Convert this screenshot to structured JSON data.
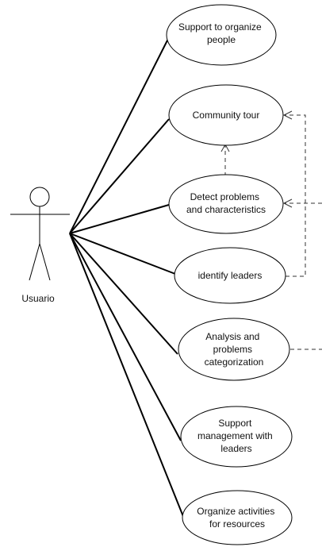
{
  "diagram": {
    "actor": {
      "label": "Usuario",
      "icon": "stick-figure-actor-icon"
    },
    "use_cases": [
      {
        "id": "uc-support-organize",
        "lines": [
          "Support to organize",
          "people"
        ]
      },
      {
        "id": "uc-community-tour",
        "lines": [
          "Community tour"
        ]
      },
      {
        "id": "uc-detect-problems",
        "lines": [
          "Detect problems",
          "and characteristics"
        ]
      },
      {
        "id": "uc-identify-leaders",
        "lines": [
          "identify leaders"
        ]
      },
      {
        "id": "uc-analysis",
        "lines": [
          "Analysis and",
          "problems",
          "categorization"
        ]
      },
      {
        "id": "uc-support-management",
        "lines": [
          "Support",
          "management with",
          "leaders"
        ]
      },
      {
        "id": "uc-organize-activities",
        "lines": [
          "Organize activities",
          "for resources"
        ]
      }
    ],
    "colors": {
      "stroke": "#000000",
      "text": "#111111",
      "fill": "#ffffff",
      "dashed": "#333333"
    }
  }
}
